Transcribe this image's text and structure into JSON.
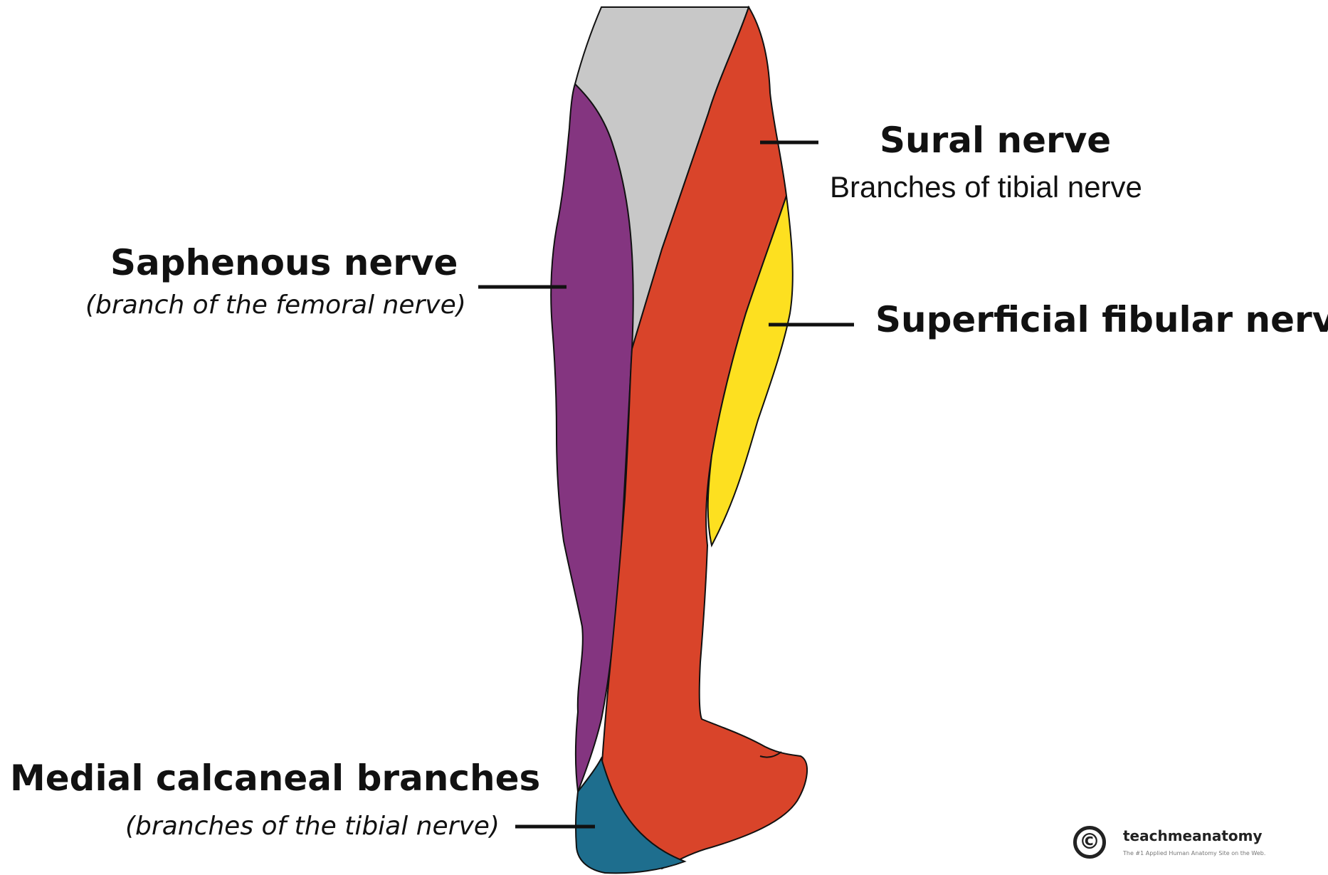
{
  "labels": {
    "sural_title": "Sural nerve",
    "sural_sub": "Branches of tibial nerve",
    "saphenous_title": "Saphenous nerve",
    "saphenous_sub": "(branch of the femoral nerve)",
    "fibular_title": "Superficial fibular nerve",
    "calcaneal_title": "Medial calcaneal branches",
    "calcaneal_sub": "(branches of the tibial nerve)"
  },
  "logo": {
    "name": "teachmeanatomy",
    "tagline": "The #1 Applied Human Anatomy Site on the Web.",
    "symbol": "©"
  },
  "regions": [
    {
      "name": "thigh-region",
      "color": "#c8c8c8"
    },
    {
      "name": "saphenous-region",
      "color": "#843580"
    },
    {
      "name": "sural-region",
      "color": "#d9442a"
    },
    {
      "name": "superficial-fibular-region",
      "color": "#fde020"
    },
    {
      "name": "medial-calcaneal-region",
      "color": "#1e6e8e"
    }
  ]
}
